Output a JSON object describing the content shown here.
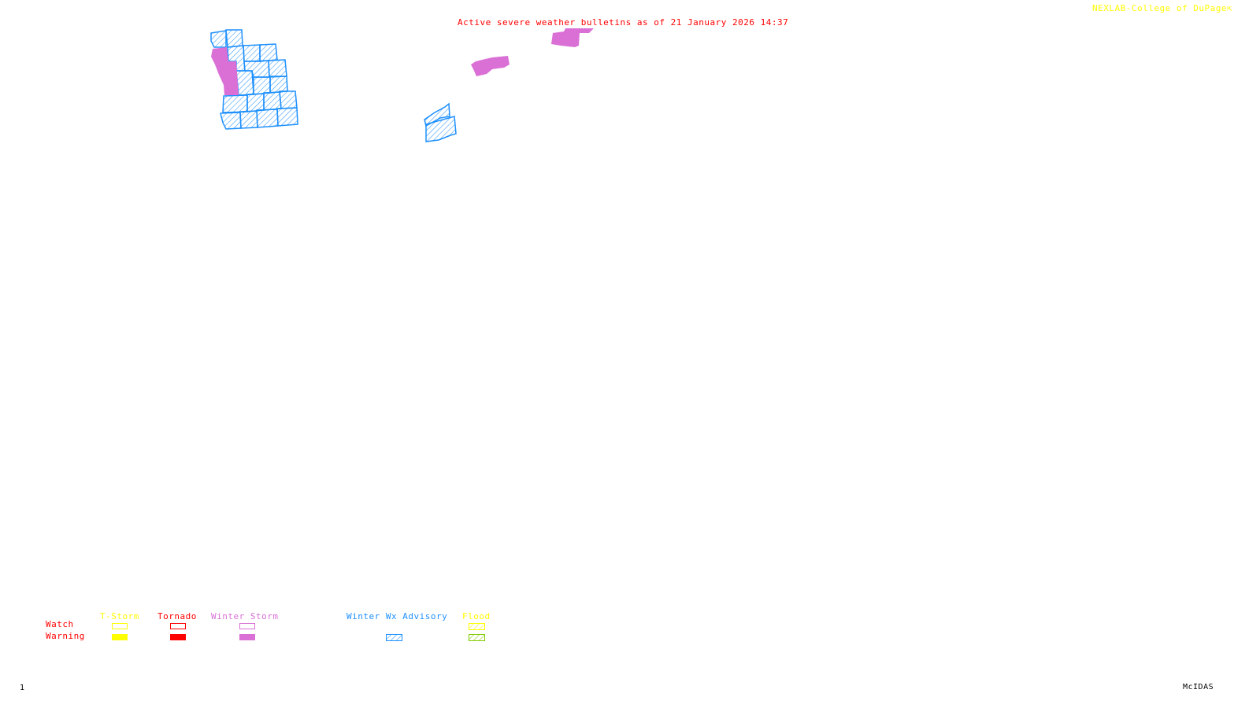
{
  "header": {
    "title": "Active severe weather bulletins as of 21 January 2026 14:37",
    "credit": "NEXLAB-College of DuPage",
    "credit_icon": "external-link-icon"
  },
  "colors": {
    "title": "#ff0000",
    "tstorm": "#ffff00",
    "tornado": "#ff0000",
    "winter_storm": "#da70d6",
    "winter_advisory": "#1e90ff",
    "flood_watch": "#ffff00",
    "flood_warning": "#7fcc00"
  },
  "legend": {
    "row_labels": {
      "watch": "Watch",
      "warning": "Warning"
    },
    "columns": [
      {
        "label": "T-Storm",
        "watch": "outline",
        "warning": "filled"
      },
      {
        "label": "Tornado",
        "watch": "outline",
        "warning": "filled"
      },
      {
        "label": "Winter Storm",
        "watch": "outline",
        "warning": "filled"
      },
      {
        "label": "Winter Wx Advisory",
        "watch": "none",
        "warning": "hatched"
      },
      {
        "label": "Flood",
        "watch": "hatched",
        "warning": "hatched"
      }
    ]
  },
  "footer": {
    "frame": "1",
    "software": "McIDAS"
  }
}
